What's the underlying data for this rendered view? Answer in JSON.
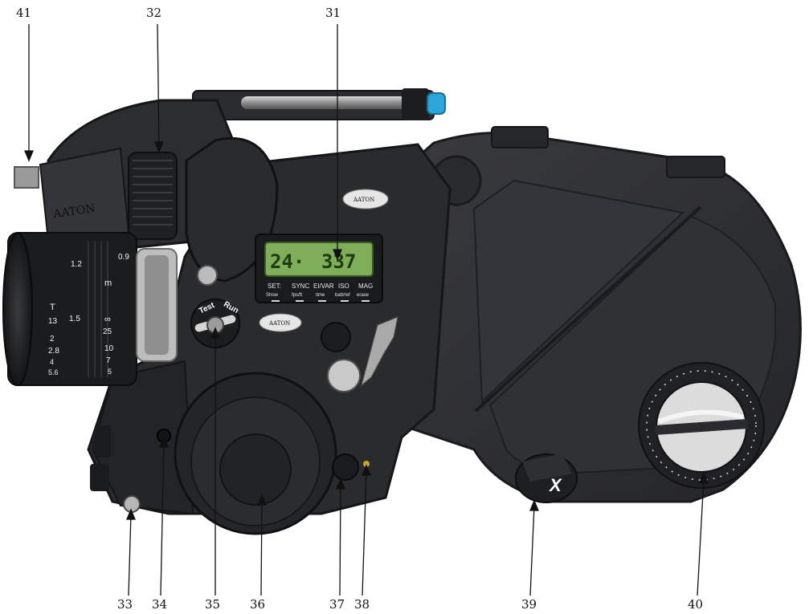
{
  "callouts": [
    {
      "id": "41",
      "label": "41"
    },
    {
      "id": "32",
      "label": "32"
    },
    {
      "id": "31",
      "label": "31"
    },
    {
      "id": "33",
      "label": "33"
    },
    {
      "id": "34",
      "label": "34"
    },
    {
      "id": "35",
      "label": "35"
    },
    {
      "id": "36",
      "label": "36"
    },
    {
      "id": "37",
      "label": "37"
    },
    {
      "id": "38",
      "label": "38"
    },
    {
      "id": "39",
      "label": "39"
    },
    {
      "id": "40",
      "label": "40"
    }
  ],
  "display": {
    "readout_left": "24·",
    "readout_right": "337"
  },
  "panel": {
    "labels": [
      {
        "top": "SET:",
        "bottom": "Show"
      },
      {
        "top": "SYNC",
        "bottom": "fps/ft"
      },
      {
        "top": "EI/VAR",
        "bottom": "time"
      },
      {
        "top": "ISO",
        "bottom": "batt/ref"
      },
      {
        "top": "MAG",
        "bottom": "erase"
      }
    ]
  },
  "branding": {
    "viewfinder_logo": "AATON",
    "body_logo": "AATON",
    "mag_logo": "AATON"
  },
  "dial": {
    "test_label": "Test",
    "run_label": "Run"
  },
  "lens": {
    "focus_marks": [
      "0.9",
      "1.2",
      "m",
      "∞",
      "25",
      "10",
      "7",
      "5"
    ],
    "iris_marks": [
      "T",
      "13",
      "1.5",
      "2",
      "2.8",
      "4",
      "5.6"
    ]
  },
  "knob": {
    "letter": "X"
  },
  "colors": {
    "body": "#2b2c2e",
    "body_dark": "#1b1c1e",
    "mag": "#2f3033",
    "lcd": "#7fae5a",
    "accent_blue": "#2aa7d8",
    "chrome": "#c9c9c9"
  }
}
